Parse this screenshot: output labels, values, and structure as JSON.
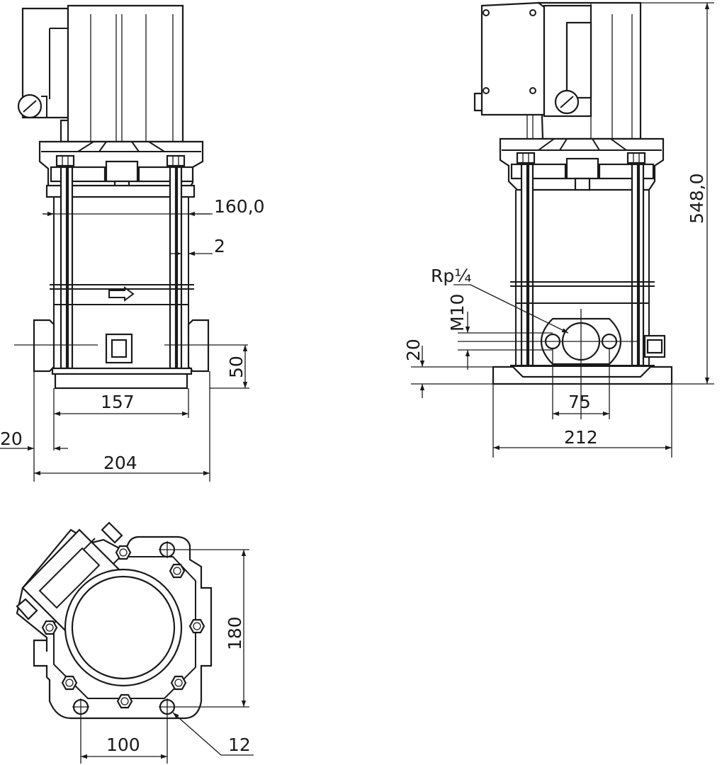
{
  "views": {
    "front": {
      "dim_flange_width": "160,0",
      "dim_gap": "2",
      "dim_base_inner": "157",
      "dim_inlet_height": "50",
      "dim_offset": "20",
      "dim_overall_width": "204"
    },
    "side": {
      "dim_total_height": "548,0",
      "label_thread": "Rp¼",
      "label_bolt": "M10",
      "dim_base_height": "20",
      "dim_flange_spacing": "75",
      "dim_base_width": "212"
    },
    "top": {
      "dim_depth": "180",
      "dim_hole_spacing": "100",
      "dim_hole_diameter": "12"
    }
  },
  "colors": {
    "line": "#1a1a1a",
    "background": "#ffffff"
  }
}
